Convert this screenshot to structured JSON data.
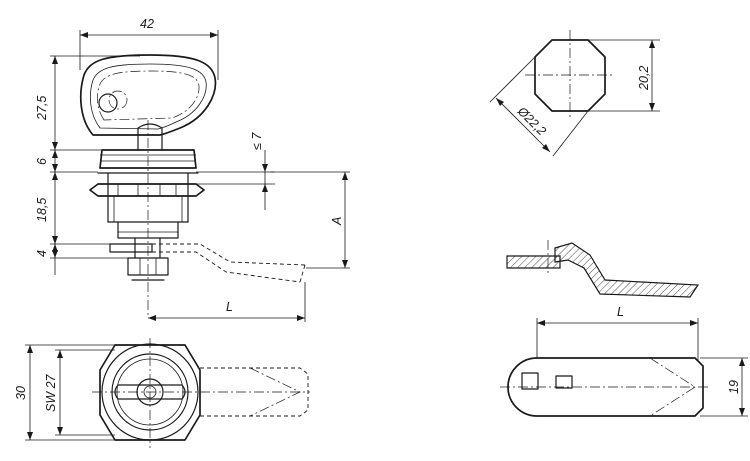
{
  "dimensions": {
    "width_42": "42",
    "height_27_5": "27,5",
    "height_6": "6",
    "max_7": "≤ 7",
    "height_18_5": "18,5",
    "height_4": "4",
    "label_A": "A",
    "label_L_side": "L",
    "width_30": "30",
    "sw_27": "SW 27",
    "height_20_2": "20,2",
    "diameter_22_2": "Ø22,2",
    "label_L_cam": "L",
    "height_19": "19"
  }
}
